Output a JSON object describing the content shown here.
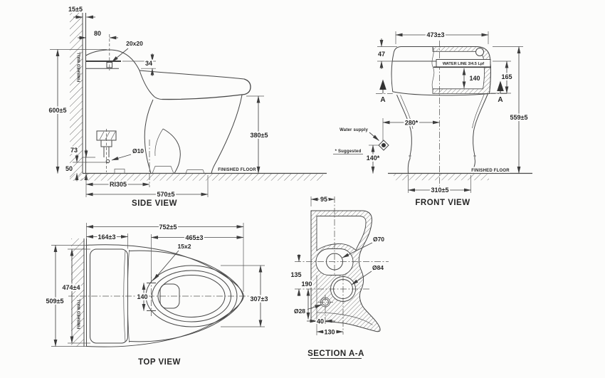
{
  "app": {
    "background": "#fcfcfb",
    "line_color": "#474747",
    "text_color": "#262626"
  },
  "views": {
    "side": {
      "title": "SIDE VIEW",
      "wall_label": "FINISHED WALL",
      "floor_label": "FINISHED FLOOR",
      "dims": {
        "wall_gap": "15±5",
        "hole_offset": "80",
        "hole_size": "20x20",
        "lid_thickness": "34",
        "total_height": "600±5",
        "inlet_height": "73",
        "skirt_height": "50",
        "inlet_dia": "Ø10",
        "rough_in": "RI305",
        "body_depth": "570±5",
        "rim_height": "380±5"
      }
    },
    "front": {
      "title": "FRONT VIEW",
      "floor_label": "FINISHED FLOOR",
      "water_line": "WATER LINE 3/4.5 Lpf",
      "water_supply": "Water supply",
      "suggested": "* Suggested",
      "marker": "A",
      "dims": {
        "tank_width": "473±3",
        "lid_height": "47",
        "tank_height": "165",
        "water_drop": "140",
        "total_height": "559±5",
        "supply_offset": "280*",
        "supply_height": "140*",
        "base_width": "310±5"
      }
    },
    "top": {
      "title": "TOP VIEW",
      "wall_label": "FINISHED WALL",
      "dims": {
        "total_length": "752±5",
        "tank_depth": "164±3",
        "bowl_length": "465±3",
        "hinge_hole": "15x2",
        "tank_width": "474±4",
        "total_width": "509±5",
        "hinge_gap": "140",
        "seat_width": "307±3"
      }
    },
    "section": {
      "title": "SECTION A-A",
      "dims": {
        "top_offset": "95",
        "hole_large": "Ø70",
        "hole_mid": "Ø84",
        "hole_small": "Ø28",
        "gap_a": "135",
        "gap_b": "190",
        "off_a": "40",
        "off_b": "130"
      }
    }
  }
}
